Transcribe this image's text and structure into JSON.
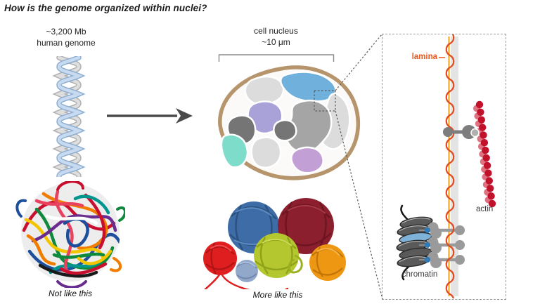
{
  "title": "How is the genome organized within nuclei?",
  "genome": {
    "size": "~3,200 Mb",
    "name": "human genome"
  },
  "nucleus": {
    "name": "cell nucleus",
    "scale": "~10 μm"
  },
  "captions": {
    "tangled": "Not like this",
    "organized": "More like this"
  },
  "inset": {
    "lamina": "lamina",
    "actin": "actin",
    "chromatin": "chromatin"
  },
  "colors": {
    "lamina_label": "#e8581f",
    "lamina_wave": "#e04b1f",
    "lamina_line": "#f2a31c",
    "actin_dark": "#c2122b",
    "actin_light": "#da5a6c",
    "membrane_gray": "#e4e4e4",
    "connector_gray": "#8a8a8a",
    "chromatin_blue": "#7fb2d9",
    "nucleus_outline": "#b6946c"
  },
  "territory_colors": [
    "#dcdcdc",
    "#a5a5a5",
    "#757575",
    "#6fb0dd",
    "#a8a2d8",
    "#7edccb",
    "#c2a0d6"
  ],
  "yarn_colors": {
    "tangled": [
      "#c8102e",
      "#1d4f9c",
      "#0f8a3d",
      "#f07d00",
      "#f2c500",
      "#00958f",
      "#6a2d8f",
      "#e8425f",
      "#ffffff",
      "#1a1a1a"
    ],
    "organized": [
      "#3e6ca6",
      "#8c1f2e",
      "#b4c72e",
      "#df1f1f",
      "#92a8cb",
      "#ee9712"
    ]
  }
}
